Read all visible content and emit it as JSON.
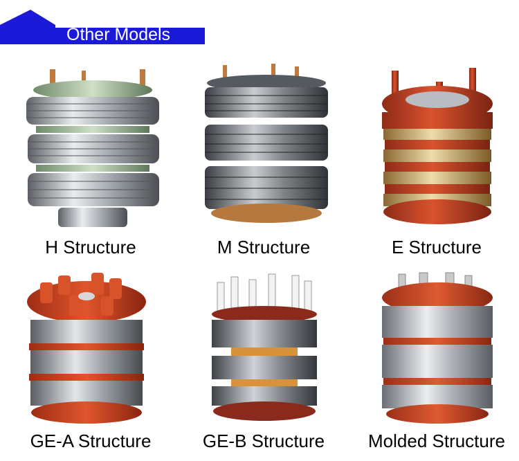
{
  "header": {
    "title": "Other Models",
    "banner_color": "#1a1ad8"
  },
  "models": [
    {
      "caption": "H Structure"
    },
    {
      "caption": "M Structure"
    },
    {
      "caption": "E Structure"
    },
    {
      "caption": "GE-A Structure"
    },
    {
      "caption": "GE-B Structure"
    },
    {
      "caption": "Molded Structure"
    }
  ]
}
